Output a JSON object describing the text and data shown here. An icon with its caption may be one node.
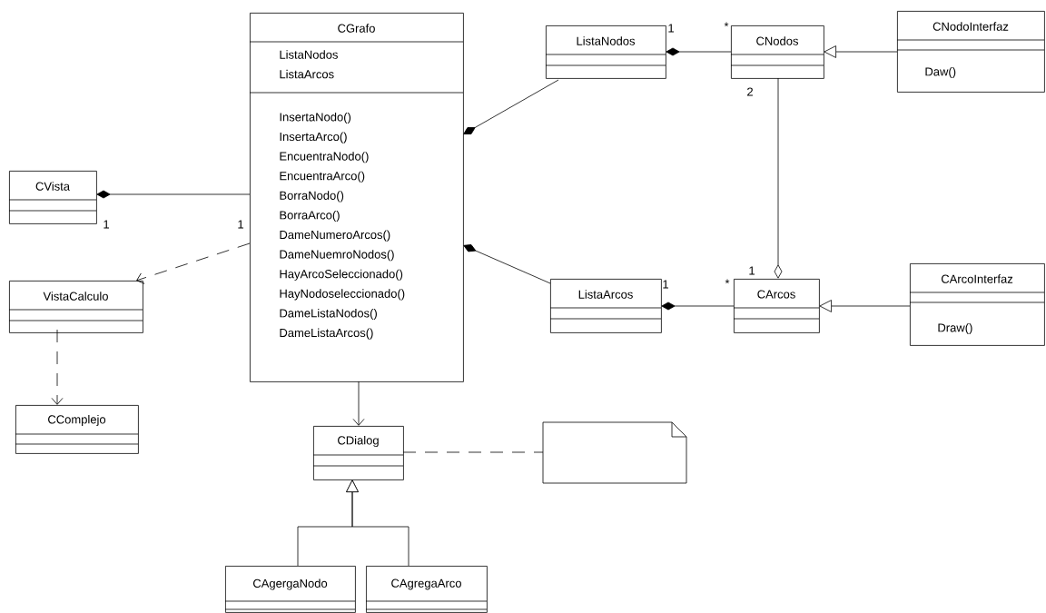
{
  "diagram": {
    "nodes": [
      {
        "text": [
          "CGrafo",
          "ListaNodos",
          "ListaArcos",
          "InsertaNodo()",
          "InsertaArco()",
          "EncuentraNodo()",
          "EncuentraArco()",
          "BorraNodo()",
          "BorraArco()",
          "DameNumeroArcos()",
          "DameNuemroNodos()",
          "HayArcoSeleccionado()",
          "HayNodoseleccionado()",
          "DameListaNodos()",
          "DameListaArcos()"
        ]
      },
      {
        "text": [
          "ListaNodos"
        ]
      },
      {
        "text": [
          "CNodos"
        ]
      },
      {
        "text": [
          "CNodoInterfaz",
          "Daw()"
        ]
      },
      {
        "text": [
          "CVista"
        ]
      },
      {
        "text": [
          "VistaCalculo"
        ]
      },
      {
        "text": [
          "ListaArcos"
        ]
      },
      {
        "text": [
          "CArcos"
        ]
      },
      {
        "text": [
          "CArcoInterfaz",
          "Draw()"
        ]
      },
      {
        "text": [
          "CComplejo"
        ]
      },
      {
        "text": [
          "CDialog"
        ]
      },
      {
        "text": [],
        "shape": "note"
      },
      {
        "text": [
          "CAgergaNodo"
        ]
      },
      {
        "text": [
          "CAgregaArco"
        ]
      }
    ],
    "edges": [
      {
        "from": 0,
        "to": 1,
        "arrow": "other"
      },
      {
        "from": 0,
        "to": 6,
        "arrow": "other"
      },
      {
        "from": 4,
        "to": 0,
        "arrow": "other"
      },
      {
        "from": 0,
        "to": 5,
        "arrow": "to",
        "style": "dashed"
      },
      {
        "from": 5,
        "to": 9,
        "arrow": "to",
        "style": "dashed"
      },
      {
        "from": 1,
        "to": 2,
        "arrow": "other"
      },
      {
        "from": 3,
        "to": 2,
        "arrow": "to"
      },
      {
        "from": 2,
        "to": 7,
        "arrow": "other"
      },
      {
        "from": 6,
        "to": 7,
        "arrow": "other"
      },
      {
        "from": 8,
        "to": 7,
        "arrow": "to"
      },
      {
        "from": 0,
        "to": 10,
        "arrow": "to"
      },
      {
        "from": 10,
        "to": 11,
        "arrow": "none",
        "style": "dashed"
      },
      {
        "from": 12,
        "to": 10,
        "arrow": "to"
      },
      {
        "from": 13,
        "to": 10,
        "arrow": "to"
      }
    ],
    "labels": [
      "1",
      "*",
      "2",
      "1",
      "1",
      "1",
      "*",
      "1"
    ]
  }
}
